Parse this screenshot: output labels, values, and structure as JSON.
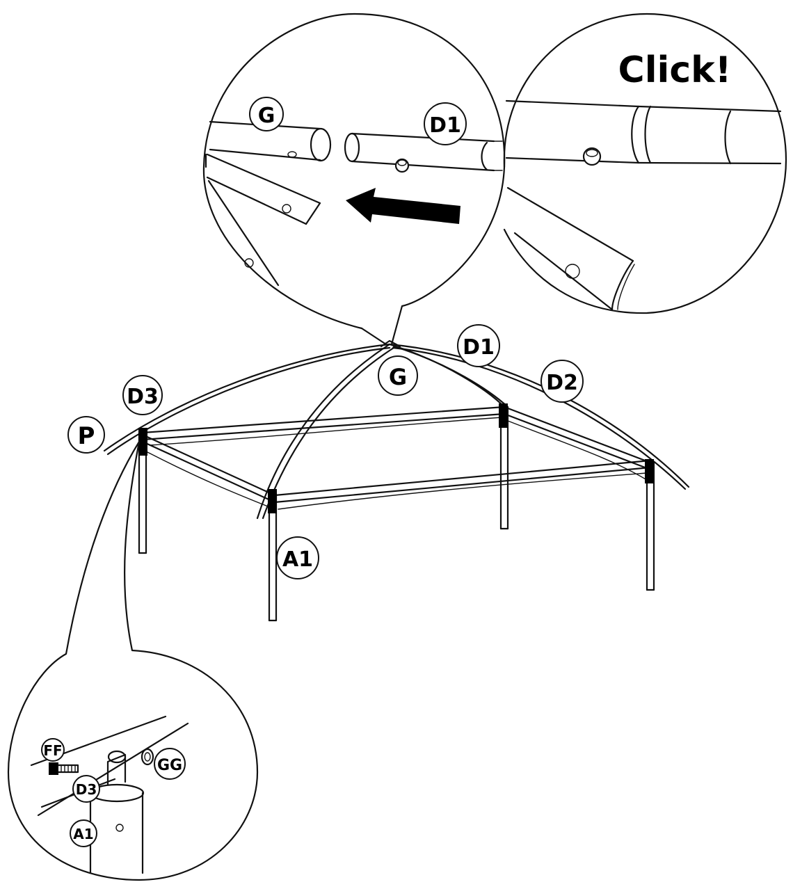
{
  "callout_top_right": {
    "text": "Click!"
  },
  "labels": {
    "G": "G",
    "D1": "D1",
    "D2": "D2",
    "D3": "D3",
    "P": "P",
    "A1": "A1",
    "FF": "FF",
    "GG": "GG"
  },
  "colors": {
    "ink": "#111111",
    "paper": "#ffffff"
  }
}
